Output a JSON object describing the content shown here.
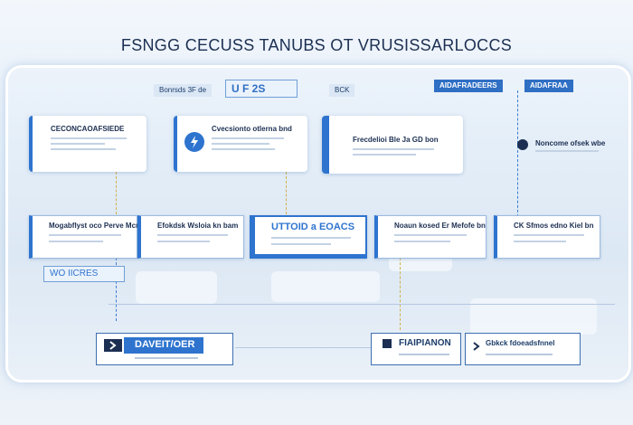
{
  "title": "FSNGG CECUSS TANUBS OT VRUSISSARLOCCS",
  "top_chips": {
    "a": "Bonrsds 3F de",
    "b": "U F 2S",
    "c": "BCK",
    "d": "AIDAFRADEERS",
    "e": "AIDAFRAA"
  },
  "row1": [
    {
      "title": "CECONCAOAFSIEDE"
    },
    {
      "title": "Cvecsionto otlerna bnd"
    },
    {
      "title": "Frecdelioi Ble Ja GD bon"
    },
    {
      "title": "Noncome ofsek wbe"
    }
  ],
  "row2": [
    {
      "title": "Mogabflyst oco Perve Mcr"
    },
    {
      "title": "Efokdsk Wsloia kn bam"
    },
    {
      "title": "UTTOID a EOACS"
    },
    {
      "title": "Noaun kosed Er Mefofe bn"
    },
    {
      "title": "CK Sfmos edno Kiel bn"
    }
  ],
  "left_badge": "WO IICRES",
  "bottom": {
    "left": "DAVEIT/OER",
    "mid": "FIAIPIANON",
    "right": "Gbkck fdoeadsfnnel"
  },
  "colors": {
    "accent": "#2e74cf",
    "text": "#1c2f52"
  }
}
